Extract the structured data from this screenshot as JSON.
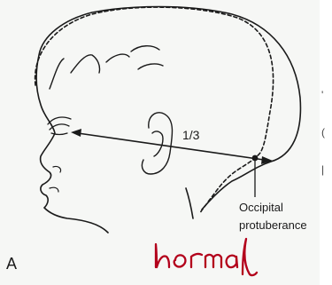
{
  "figure": {
    "ratio_label": "1/3",
    "landmark_label_line1": "Occipital",
    "landmark_label_line2": "protuberance",
    "panel_letter": "A",
    "annotation_handwritten": "normal"
  },
  "colors": {
    "panel_background": "#f6f7f5",
    "outline": "#1a1a1a",
    "annotation_ink": "#b3001b"
  }
}
